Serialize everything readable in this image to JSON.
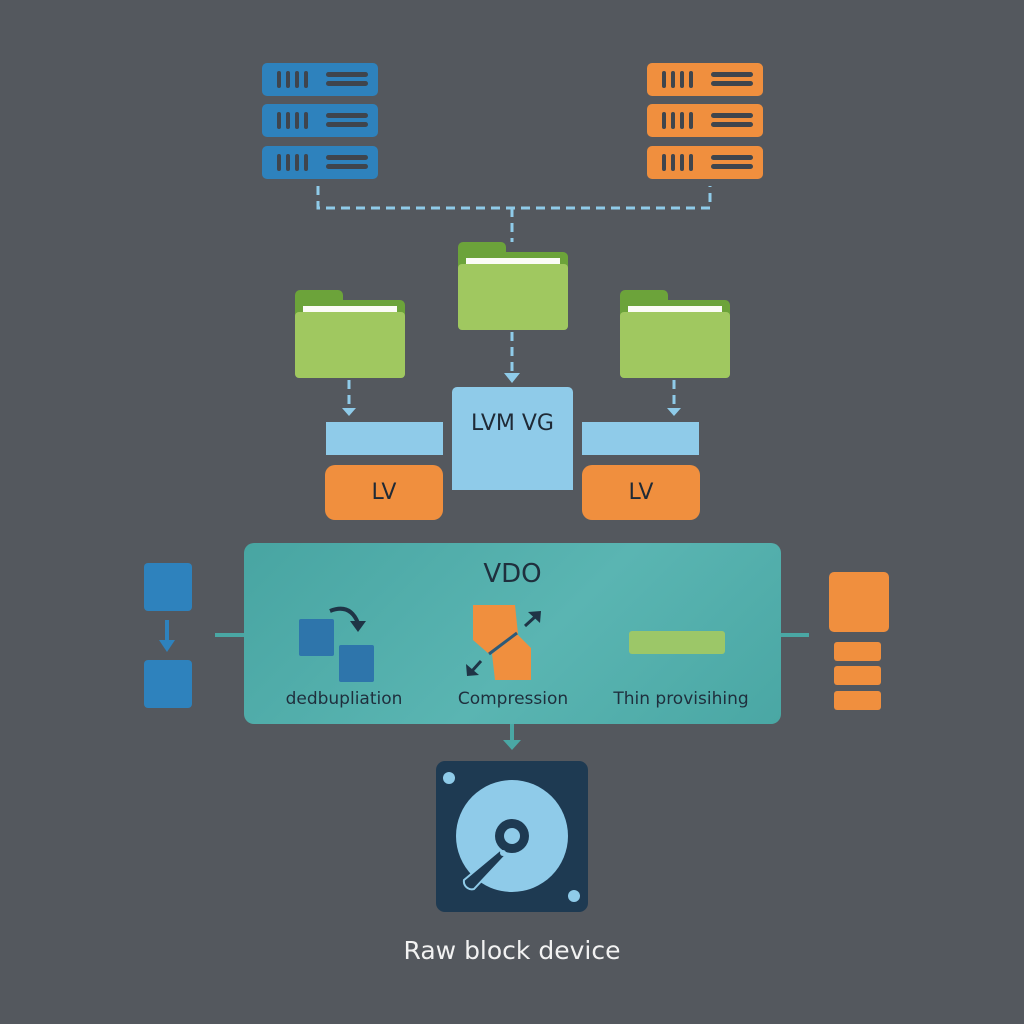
{
  "diagram": {
    "title": "LVM + VDO storage stack",
    "colors": {
      "background": "#54585e",
      "server_left": "#2e82bd",
      "server_right": "#f08f3e",
      "folder": "#a0c860",
      "lvm": "#8fcbe9",
      "lv": "#f08f3e",
      "vdo": "#52aeab",
      "disk": "#1e3a52",
      "connector": "#8fcbe9"
    },
    "servers": [
      {
        "name": "server-stack-left",
        "color": "blue",
        "units": 3
      },
      {
        "name": "server-stack-right",
        "color": "orange",
        "units": 3
      }
    ],
    "folders": [
      {
        "name": "folder-left"
      },
      {
        "name": "folder-center"
      },
      {
        "name": "folder-right"
      }
    ],
    "lvm": {
      "vg_label": "LVM VG",
      "lv_left_label": "LV",
      "lv_right_label": "LV"
    },
    "vdo": {
      "title": "VDO",
      "features": [
        {
          "label": "dedbupliation",
          "icon": "deduplication-icon"
        },
        {
          "label": "Compression",
          "icon": "compression-icon"
        },
        {
          "label": "Thin provisihing",
          "icon": "thin-provisioning-icon"
        }
      ]
    },
    "side_icons": {
      "left": "block-copy-icon",
      "right": "thin-blocks-icon"
    },
    "device": {
      "label": "Raw block device",
      "icon": "hard-disk-icon"
    }
  }
}
